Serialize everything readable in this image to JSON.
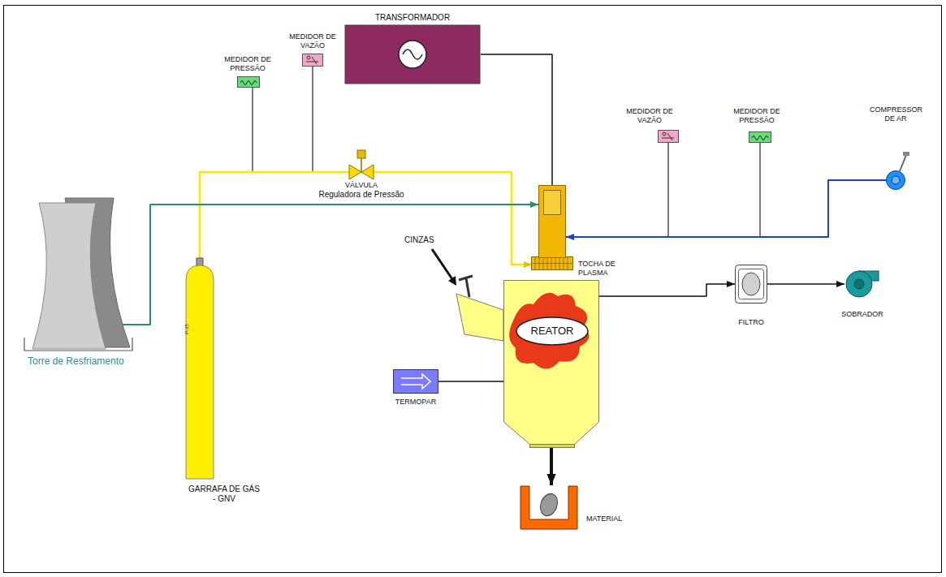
{
  "diagram": {
    "nodes": [
      {
        "text": [
          "TRANSFORMADOR"
        ]
      },
      {
        "text": [
          "MEDIDOR DE VAZÃO"
        ]
      },
      {
        "text": [
          "MEDIDOR DE PRESSÃO"
        ]
      },
      {
        "text": [
          "VÁLVULA",
          "Reguladora de Pressão"
        ]
      },
      {
        "text": [
          "MEDIDOR DE VAZÃO"
        ]
      },
      {
        "text": [
          "MEDIDOR DE PRESSÃO"
        ]
      },
      {
        "text": [
          "COMPRESSOR DE AR"
        ]
      },
      {
        "text": [
          "TOCHA DE PLASMA"
        ]
      },
      {
        "text": [
          "REATOR"
        ]
      },
      {
        "text": [
          "FILTRO"
        ]
      },
      {
        "text": [
          "SOBRADOR"
        ]
      },
      {
        "text": [
          "Torre de Resfriamento"
        ]
      },
      {
        "text": [
          "GARRAFA DE GÁS - GNV"
        ]
      },
      {
        "text": [
          "TERMOPAR"
        ]
      },
      {
        "text": [
          "MATERIAL"
        ]
      }
    ],
    "edges": [
      {
        "from": 12,
        "to": 3,
        "arrow": "none"
      },
      {
        "from": 3,
        "to": 7,
        "arrow": "to"
      },
      {
        "from": 11,
        "to": 7,
        "arrow": "to"
      },
      {
        "from": 6,
        "to": 7,
        "arrow": "to"
      },
      {
        "from": 0,
        "to": 7,
        "arrow": "none"
      },
      {
        "from": 8,
        "to": 9,
        "arrow": "to"
      },
      {
        "from": 9,
        "to": 10,
        "arrow": "to"
      },
      {
        "from": 13,
        "to": 8,
        "arrow": "none"
      },
      {
        "from": 8,
        "to": 14,
        "arrow": "to"
      }
    ],
    "labels": [
      "CINZAS",
      "P-35"
    ]
  }
}
